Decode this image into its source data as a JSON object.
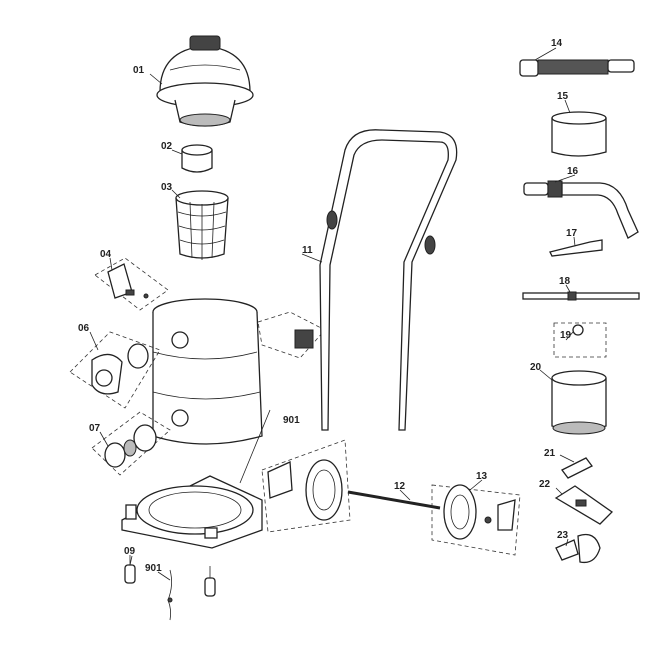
{
  "labels": {
    "p01": "01",
    "p02": "02",
    "p03": "03",
    "p04": "04",
    "p06": "06",
    "p07": "07",
    "p09": "09",
    "p901a": "901",
    "p901b": "901",
    "p11": "11",
    "p12": "12",
    "p13": "13",
    "p14": "14",
    "p15": "15",
    "p16": "16",
    "p17": "17",
    "p18": "18",
    "p19": "19",
    "p20": "20",
    "p21": "21",
    "p22": "22",
    "p23": "23"
  }
}
